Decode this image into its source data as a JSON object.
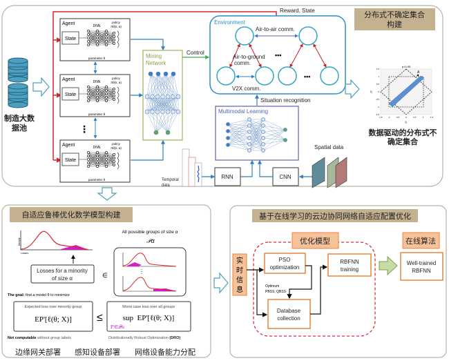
{
  "top_panel": {
    "data_pool_label_line1": "制造大数",
    "data_pool_label_line2": "据池",
    "reward_state": "Reward, State",
    "agents": [
      {
        "title": "Agent",
        "state": "State",
        "dnn": "DNN",
        "policy": "policy",
        "policy_fn": "πθ(s, a)",
        "param": "parameter θ"
      },
      {
        "title": "Agent",
        "state": "State",
        "dnn": "DNN",
        "policy": "policy",
        "policy_fn": "πθ(s, a)",
        "param": "parameter θ"
      },
      {
        "title": "Agent",
        "state": "State",
        "dnn": "DNN",
        "policy": "policy",
        "policy_fn": "πθ(s, a)",
        "param": "parameter θ"
      }
    ],
    "agent_ellipsis": "⋮",
    "mixing_network_line1": "Mixing",
    "mixing_network_line2": "Network",
    "control": "Control",
    "environment": {
      "title": "Environment",
      "air_to_air": "Air-to-air comm.",
      "air_to_ground_line1": "Air-to-ground",
      "air_to_ground_line2": "comm.",
      "v2x": "V2X comm.",
      "ellipsis": "•••"
    },
    "situation_recognition": "Situation recognition",
    "multimodal_learning": "Multimodal Learning",
    "rnn": "RNN",
    "cnn": "CNN",
    "temporal_data_line1": "Temporal",
    "temporal_data_line2": "data",
    "spatial_data": "Spatial data",
    "uncertainty_set_tag_line1": "分布式不确定集合",
    "uncertainty_set_tag_line2": "构建",
    "scatter_title": "ρ=0.95",
    "scatter_point_label": "A",
    "scatter_ticks": [
      "-1.5",
      "-1",
      "-0.5",
      "0",
      "0.5",
      "1",
      "1.5"
    ],
    "scatter_xlabel": "ξ₁",
    "scatter_ylabel": "ξ₂",
    "data_driven_caption_line1": "数据驱动的分布式不",
    "data_driven_caption_line2": "确定集合"
  },
  "bottom_left": {
    "title": "自适应鲁棒优化数学模型构建",
    "density_ylabel": "Density",
    "density_xlabel": "Losses",
    "losses_box_line1": "Losses for a minority",
    "losses_box_line2": "of size α",
    "element_of": "∈",
    "all_groups": "All possible groups of size α",
    "p_alpha": "𝒫α",
    "goal_bold": "The goal:",
    "goal_rest": " find a model θ to minimize",
    "expected_loss_label": "Expected loss over minority group",
    "expected_loss_formula": "EP'[ℓ(θ; X)]",
    "leq": "≤",
    "worst_case_label": "Worst case loss over all groups",
    "worst_case_formula": "sup  EP'[ℓ(θ; X)]",
    "worst_case_sub": "P'∈𝒫α",
    "not_computable_bold": "Not computable",
    "not_computable_rest": " without group labels",
    "dro_text": "Distributionally Robust Optimization ",
    "dro_bold": "(DRO)",
    "bottom_items": [
      "边缘网关部署",
      "感知设备部署",
      "网络设备能力分配"
    ]
  },
  "bottom_right": {
    "title": "基于在线学习的云边协同网络自适应配置优化",
    "realtime_info": [
      "实",
      "时",
      "信",
      "息"
    ],
    "opt_model": "优化模型",
    "pso_line1": "PSO",
    "pso_line2": "optimization",
    "optimum_line1": "Optimum",
    "optimum_line2": "PBSS, QBSS",
    "db_line1": "Database",
    "db_line2": "collection",
    "rbfnn_line1": "RBFNN",
    "rbfnn_line2": "training",
    "online_algo": "在线算法",
    "well_trained_line1": "Well-trained",
    "well_trained_line2": "RBFNN"
  },
  "colors": {
    "tag_bg": "#c4b18f",
    "orange_tag": "#f6c29a",
    "orange_border": "#e8843c",
    "red_line": "#d9252a",
    "blue_line": "#2f7fc1",
    "green_line": "#3aae4a",
    "env_blue": "#2a8fc9",
    "circle_teal": "#2ea7c2"
  }
}
